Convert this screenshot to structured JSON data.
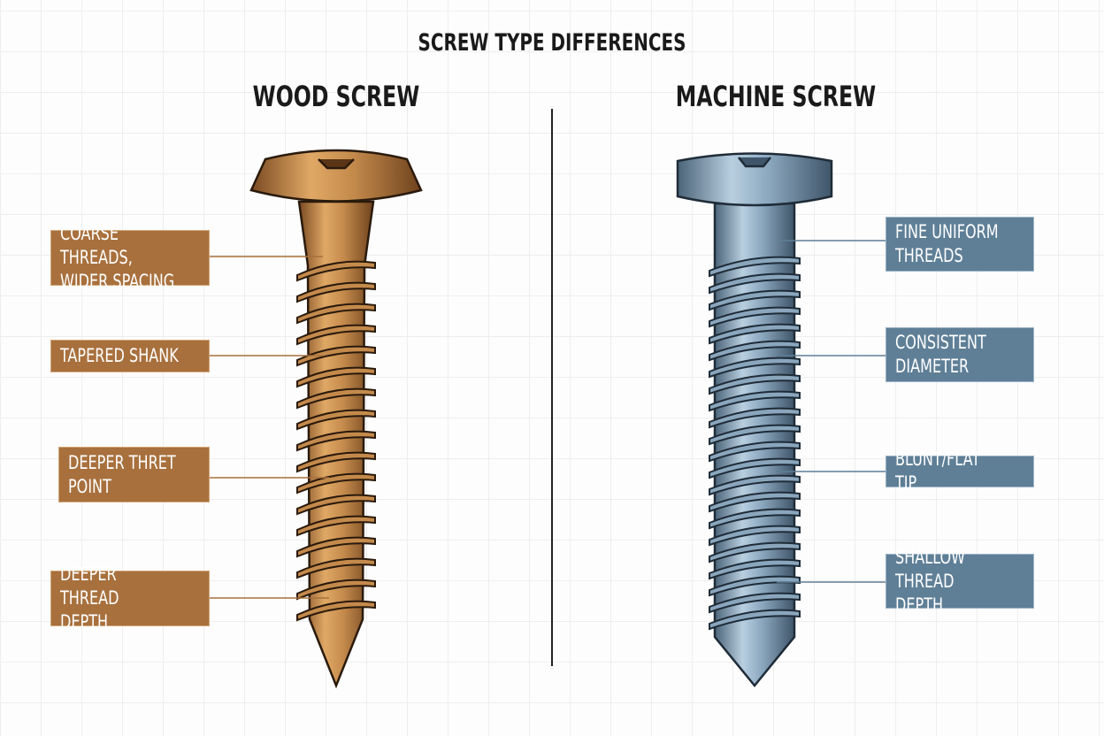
{
  "title": "SCREW TYPE DIFFERENCES",
  "wood": {
    "heading": "WOOD SCREW",
    "labels": [
      "COARSE THREADS,\nWIDER SPACING",
      "TAPERED SHANK",
      "DEEPER THRET\nPOINT",
      "DEEPER THREAD\nDEPTH"
    ],
    "color": "#a8703d"
  },
  "machine": {
    "heading": "MACHINE SCREW",
    "labels": [
      "FINE UNIFORM\nTHREADS",
      "CONSISTENT\nDIAMETER",
      "BLUNT/FLAT TIP",
      "SHALLOW\nTHREAD DEPTH"
    ],
    "color": "#5f7f97"
  }
}
